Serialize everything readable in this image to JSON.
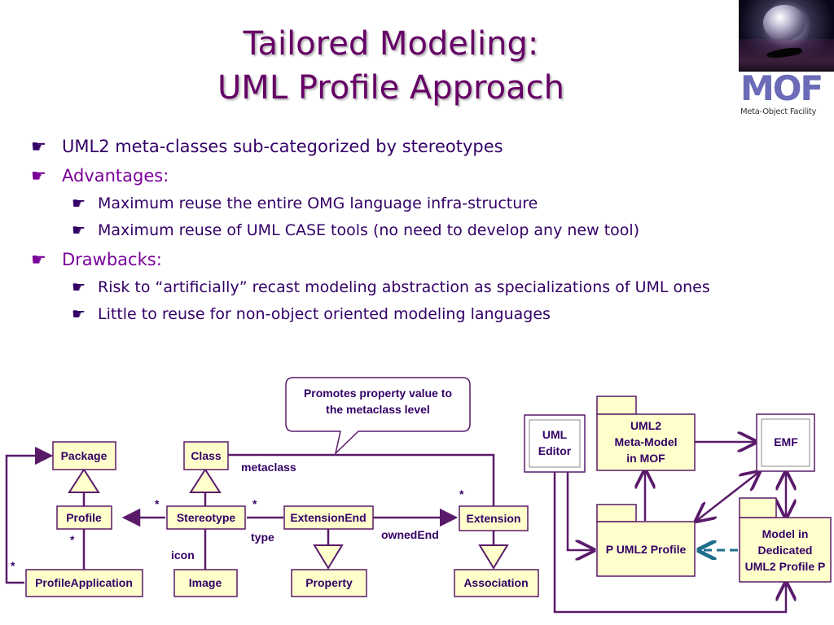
{
  "title": {
    "line1": "Tailored Modeling:",
    "line2": "UML Profile Approach"
  },
  "bullets": [
    {
      "level": 1,
      "text": "UML2 meta-classes sub-categorized by stereotypes",
      "accent": false
    },
    {
      "level": 1,
      "text": "Advantages:",
      "accent": true
    },
    {
      "level": 2,
      "text": "Maximum reuse the entire OMG language infra-structure"
    },
    {
      "level": 2,
      "text": "Maximum reuse of UML CASE tools (no need to develop any new tool)"
    },
    {
      "level": 1,
      "text": "Drawbacks:",
      "accent": true
    },
    {
      "level": 2,
      "text": "Risk to “artificially” recast modeling abstraction as specializations of UML ones"
    },
    {
      "level": 2,
      "text": "Little to reuse for non-object oriented modeling languages"
    }
  ],
  "logo": {
    "text": "MOF",
    "subtitle": "Meta-Object Facility"
  },
  "uml_diagram": {
    "note": [
      "Promotes property value to",
      "the metaclass level"
    ],
    "classes": {
      "package": "Package",
      "class": "Class",
      "profile": "Profile",
      "stereotype": "Stereotype",
      "extension_end": "ExtensionEnd",
      "extension": "Extension",
      "profile_application": "ProfileApplication",
      "image": "Image",
      "property": "Property",
      "association": "Association"
    },
    "labels": {
      "metaclass": "metaclass",
      "type": "type",
      "owned_end": "ownedEnd",
      "icon": "icon",
      "star1": "*",
      "star2": "*",
      "star3": "*",
      "star4": "*",
      "star5": "*"
    }
  },
  "tool_diagram": {
    "uml_editor": [
      "UML",
      "Editor"
    ],
    "uml2_metamodel": [
      "UML2",
      "Meta-Model",
      "in MOF"
    ],
    "emf": "EMF",
    "p_uml2_profile": "P UML2 Profile",
    "model_dedicated": [
      "Model in",
      "Dedicated",
      "UML2 Profile P"
    ]
  },
  "colors": {
    "purple": "#660066",
    "box_fill": "#ffffcc",
    "line": "#5a1a6a",
    "dashed": "#1f6e8c",
    "text": "#330066"
  }
}
